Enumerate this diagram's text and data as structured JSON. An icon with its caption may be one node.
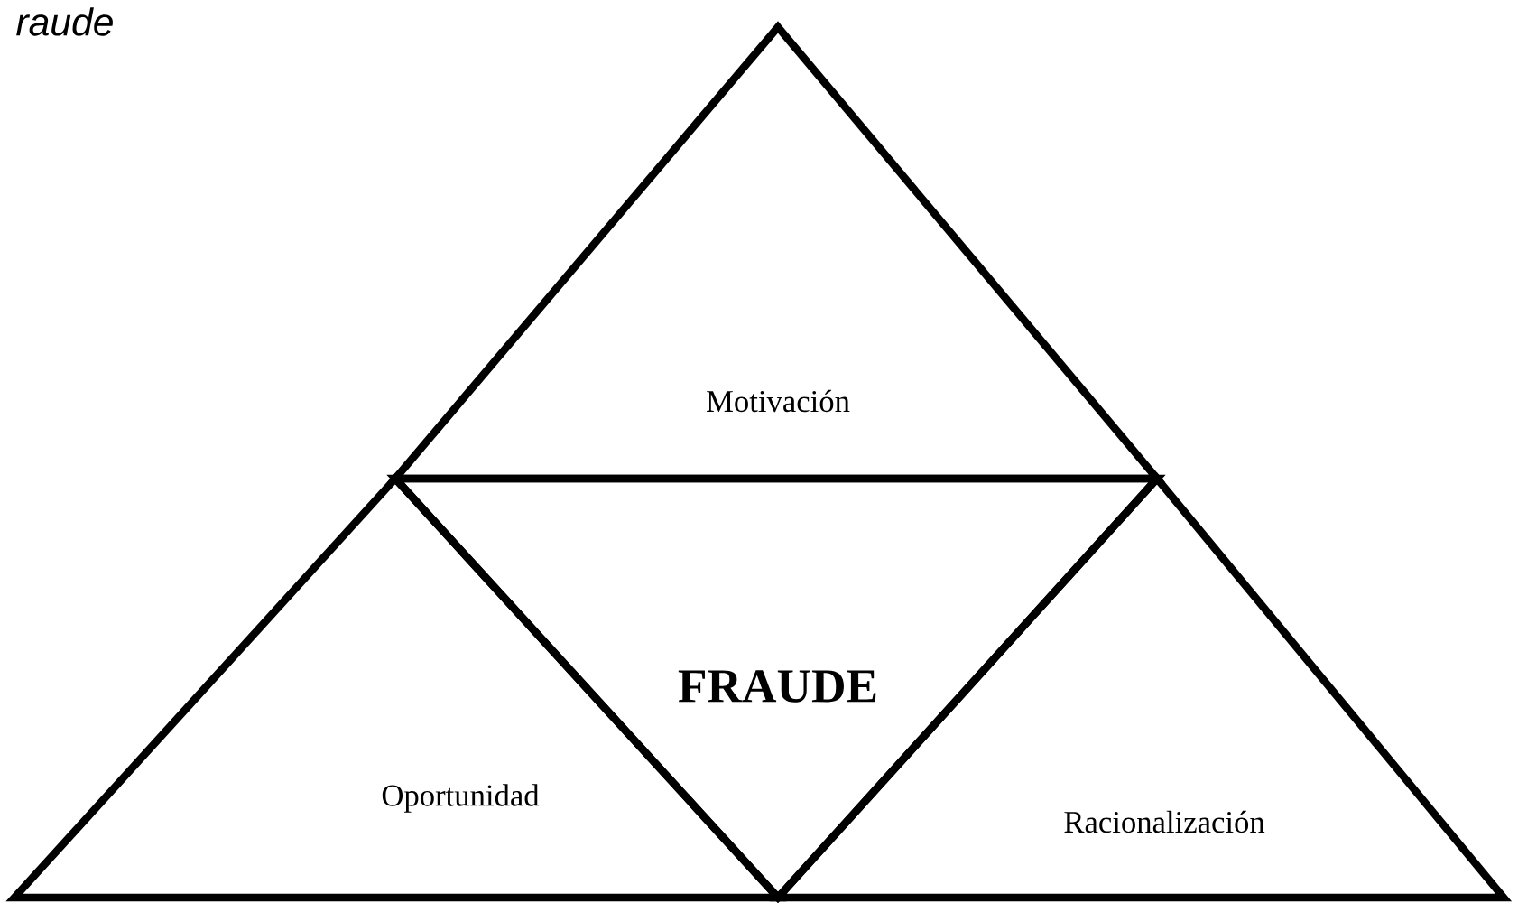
{
  "diagram": {
    "title": "raude",
    "nodes": [
      {
        "text": [
          "Motivación"
        ]
      },
      {
        "text": [
          "Oportunidad"
        ]
      },
      {
        "text": [
          "FRAUDE"
        ]
      },
      {
        "text": [
          "Racionalización"
        ]
      }
    ]
  }
}
